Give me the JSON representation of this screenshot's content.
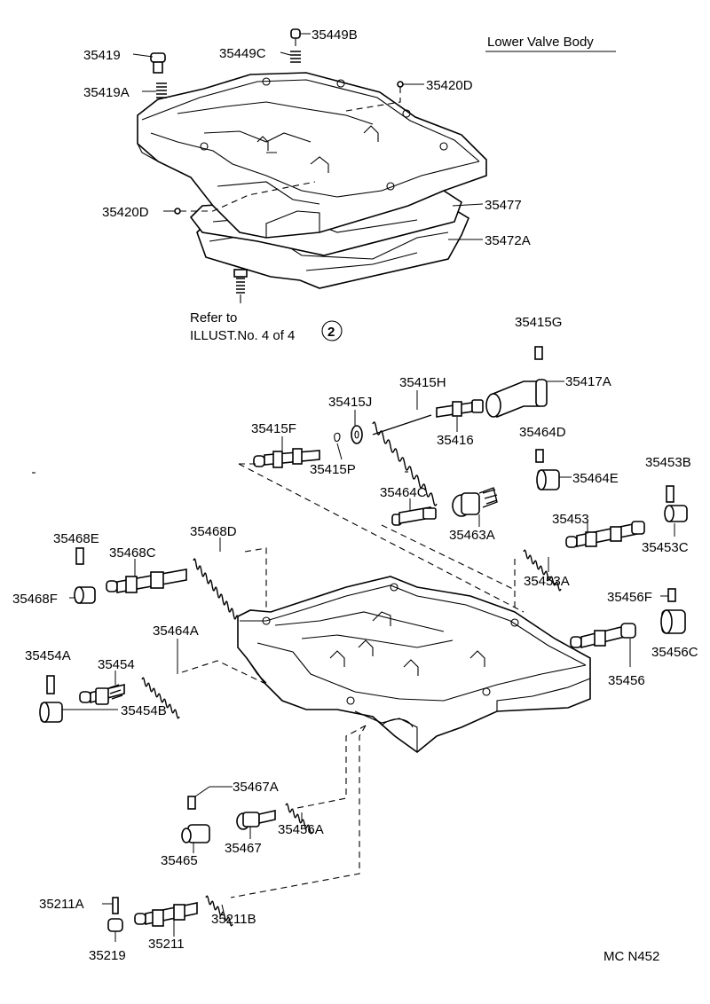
{
  "title": "Lower Valve Body",
  "footer_code": "MC N452",
  "refer_note": {
    "line1": "Refer to",
    "line2": "ILLUST.No. 4 of 4",
    "circled_number": "2"
  },
  "parts": {
    "p35419": "35419",
    "p35419A": "35419A",
    "p35449C": "35449C",
    "p35449B": "35449B",
    "p35420D_top": "35420D",
    "p35420D_left": "35420D",
    "p35477": "35477",
    "p35472A": "35472A",
    "p35415G": "35415G",
    "p35417A": "35417A",
    "p35415H": "35415H",
    "p35415J": "35415J",
    "p35415F": "35415F",
    "p35416": "35416",
    "p35415P": "35415P",
    "p35464D": "35464D",
    "p35464E": "35464E",
    "p35453B": "35453B",
    "p35464C": "35464C",
    "p35463A": "35463A",
    "p35453": "35453",
    "p35453C": "35453C",
    "p35453A": "35453A",
    "p35468E": "35468E",
    "p35468D": "35468D",
    "p35468C": "35468C",
    "p35468F": "35468F",
    "p35456F": "35456F",
    "p35456C": "35456C",
    "p35456": "35456",
    "p35464A": "35464A",
    "p35454A": "35454A",
    "p35454": "35454",
    "p35454B": "35454B",
    "p35467A": "35467A",
    "p35465": "35465",
    "p35467": "35467",
    "p35456A": "35456A",
    "p35211A": "35211A",
    "p35211B": "35211B",
    "p35219": "35219",
    "p35211": "35211"
  }
}
